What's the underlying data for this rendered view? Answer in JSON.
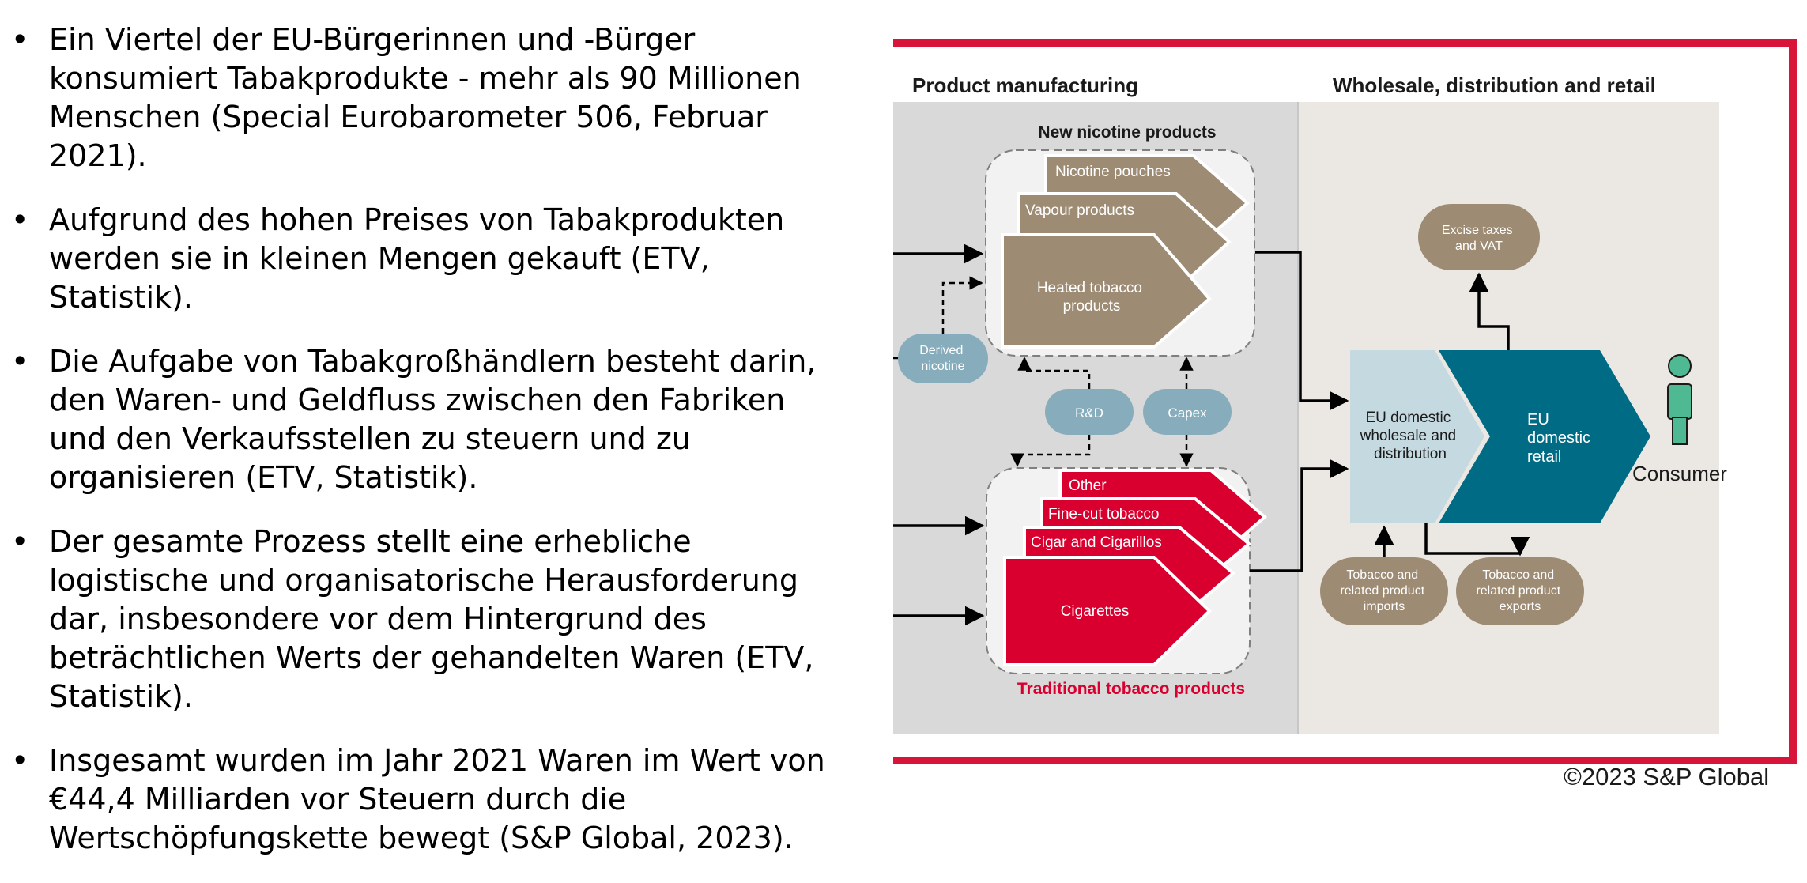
{
  "bullets": [
    "Ein Viertel der EU-Bürgerinnen und -Bürger konsumiert Tabakprodukte - mehr als 90 Millionen Menschen (Special Eurobarometer 506, Februar 2021).",
    "Aufgrund des hohen Preises von Tabakprodukten werden sie in kleinen Mengen gekauft (ETV, Statistik).",
    "Die Aufgabe von Tabakgroßhändlern besteht darin, den Waren- und Geldfluss zwischen den Fabriken und den Verkaufsstellen zu steuern und zu organisieren (ETV, Statistik).",
    "Der gesamte Prozess stellt eine erhebliche logistische und organisatorische Herausforderung dar, insbesondere vor dem Hintergrund des beträchtlichen Werts der gehandelten Waren (ETV, Statistik).",
    "Insgesamt wurden im Jahr 2021 Waren im Wert von €44,4 Milliarden vor Steuern durch die Wertschöpfungskette bewegt (S&P Global, 2023)."
  ],
  "bullet_glyph": "•",
  "diagram": {
    "section_manufacturing": "Product manufacturing",
    "section_retail": "Wholesale, distribution and retail",
    "new_group_title": "New nicotine products",
    "new_products": [
      "Nicotine pouches",
      "Vapour products"
    ],
    "heated_lines": [
      "Heated tobacco",
      "products"
    ],
    "traditional_group_title": "Traditional tobacco products",
    "traditional_products": [
      "Other",
      "Fine-cut tobacco",
      "Cigar and Cigarillos",
      "Cigarettes"
    ],
    "derived_lines": [
      "Derived",
      "nicotine"
    ],
    "rd": "R&D",
    "capex": "Capex",
    "excise_lines": [
      "Excise taxes",
      "and  VAT"
    ],
    "wholesale_lines": [
      "EU domestic",
      "wholesale and",
      "distribution"
    ],
    "retail_lines": [
      "EU",
      "domestic",
      "retail"
    ],
    "imports_lines": [
      "Tobacco and",
      "related  product",
      "imports"
    ],
    "exports_lines": [
      "Tobacco and",
      "related  product",
      "exports"
    ],
    "consumer": "Consumer"
  },
  "copyright": "©2023 S&P Global",
  "colors": {
    "frame_red": "#d9143a",
    "taupe": "#9d8b73",
    "red": "#d9002f",
    "teal_dark": "#006b84",
    "wholesale_blue": "#c5d9e0",
    "bubble_blue": "#87adbd",
    "consumer_green": "#4fb993",
    "left_panel": "#d9d9d9",
    "right_panel": "#ebe8e4"
  }
}
